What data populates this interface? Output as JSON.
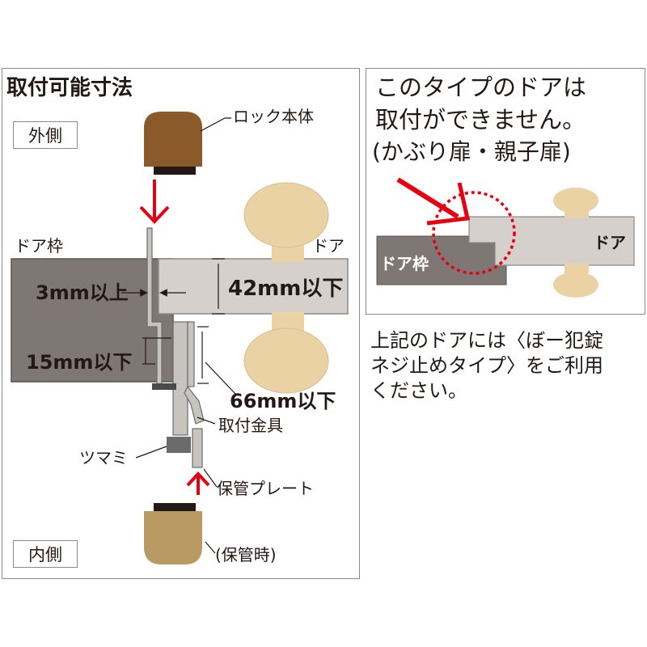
{
  "left": {
    "title": "取付可能寸法",
    "outer_label": "外側",
    "inner_label": "内側",
    "frame_label": "ドア枠",
    "door_label": "ドア",
    "lock_body_label": "ロック本体",
    "dim_3mm": "3mm以上",
    "dim_42mm": "42mm以下",
    "dim_15mm": "15mm以下",
    "dim_66mm": "66mm以下",
    "bracket_label": "取付金具",
    "knob_label": "ツマミ",
    "plate_label": "保管プレート",
    "storage_label": "(保管時)"
  },
  "right": {
    "heading_line1": "このタイプのドアは",
    "heading_line2": "取付ができません。",
    "heading_line3": "(かぶり扉・親子扉)",
    "frame_label": "ドア枠",
    "door_label": "ドア"
  },
  "note": {
    "line1": "上記のドアには〈ぼー犯錠",
    "line2": "ネジ止めタイプ〉をご利用",
    "line3": "ください。"
  },
  "colors": {
    "frame": "#7f7773",
    "door": "#d5d0cb",
    "knob": "#ead2a5",
    "lock_body": "#8b5a2b",
    "storage_body": "#b99a62",
    "arrow": "#e50012"
  }
}
